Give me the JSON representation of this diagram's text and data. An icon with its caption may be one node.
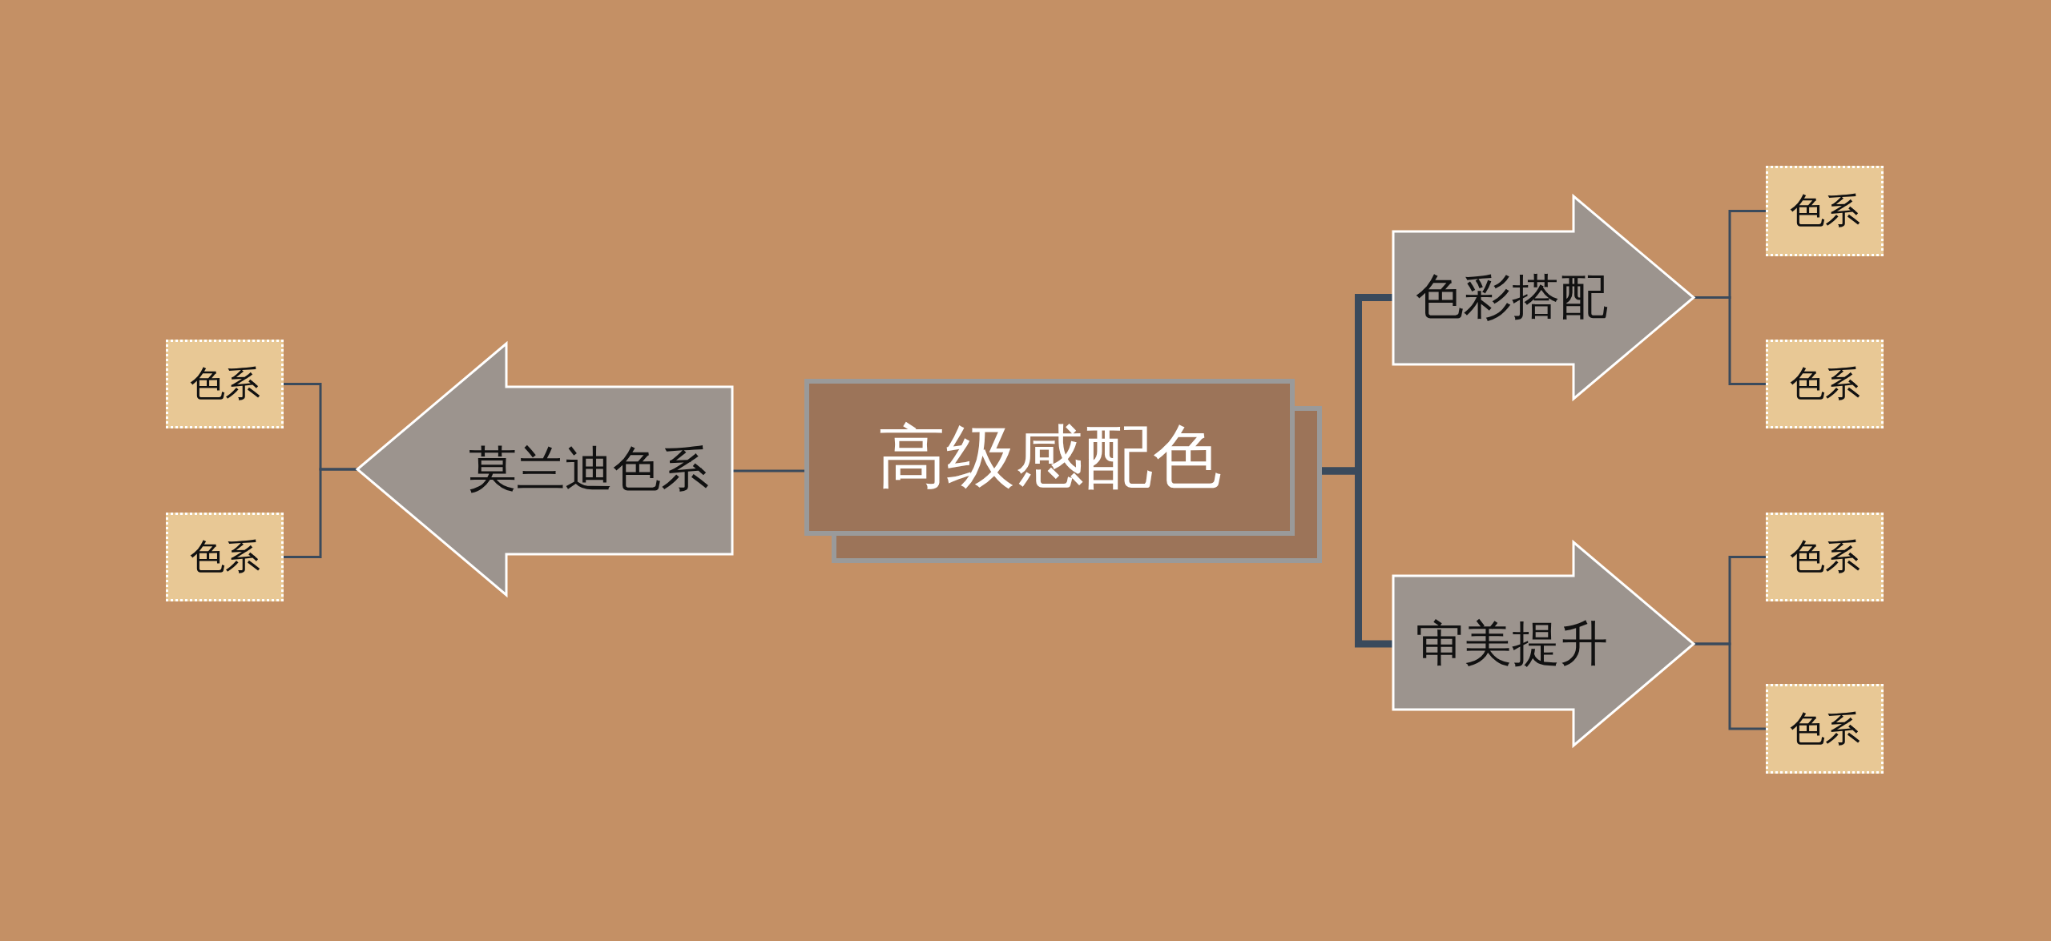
{
  "diagram": {
    "nodes": [
      {
        "text": [
          "高级感配色"
        ]
      },
      {
        "text": [
          "莫兰迪色系"
        ]
      },
      {
        "text": [
          "色系"
        ]
      },
      {
        "text": [
          "色系"
        ]
      },
      {
        "text": [
          "色彩搭配"
        ]
      },
      {
        "text": [
          "色系"
        ]
      },
      {
        "text": [
          "色系"
        ]
      },
      {
        "text": [
          "审美提升"
        ]
      },
      {
        "text": [
          "色系"
        ]
      },
      {
        "text": [
          "色系"
        ]
      }
    ],
    "edges": [
      {
        "from": 0,
        "to": 1,
        "arrow": "none"
      },
      {
        "from": 0,
        "to": 4,
        "arrow": "none",
        "style": "thick"
      },
      {
        "from": 0,
        "to": 7,
        "arrow": "none",
        "style": "thick"
      },
      {
        "from": 1,
        "to": 2,
        "arrow": "none"
      },
      {
        "from": 1,
        "to": 3,
        "arrow": "none"
      },
      {
        "from": 4,
        "to": 5,
        "arrow": "none"
      },
      {
        "from": 4,
        "to": 6,
        "arrow": "none"
      },
      {
        "from": 7,
        "to": 8,
        "arrow": "none"
      },
      {
        "from": 7,
        "to": 9,
        "arrow": "none"
      }
    ]
  }
}
